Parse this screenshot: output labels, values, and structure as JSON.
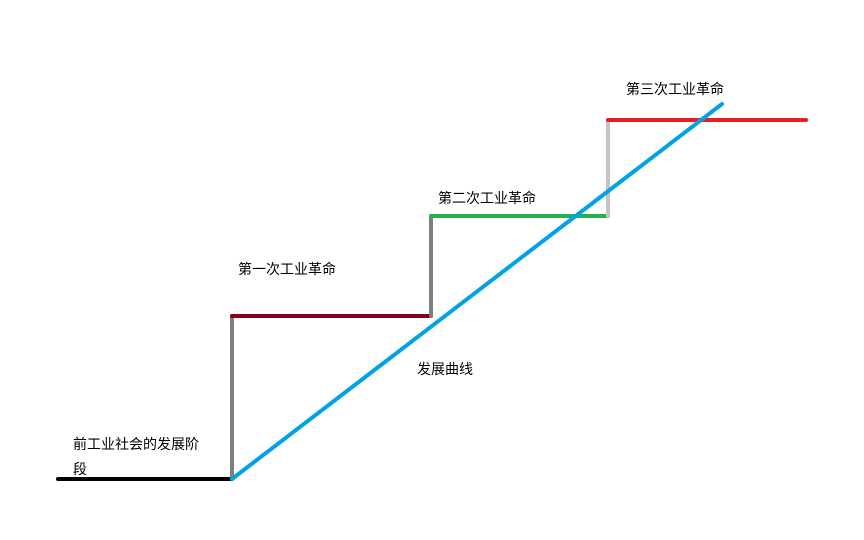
{
  "labels": {
    "pre_industrial_line1": "前工业社会的发展阶",
    "pre_industrial_line2": "段",
    "first_revolution": "第一次工业革命",
    "second_revolution": "第二次工业革命",
    "third_revolution": "第三次工业革命",
    "development_curve": "发展曲线"
  },
  "colors": {
    "pre_industrial": "#000000",
    "riser1": "#7f7f7f",
    "first": "#880015",
    "riser2": "#7f7f7f",
    "second": "#22b14c",
    "riser3": "#c3c3c3",
    "third": "#ed1c24",
    "curve": "#00a2e8"
  }
}
